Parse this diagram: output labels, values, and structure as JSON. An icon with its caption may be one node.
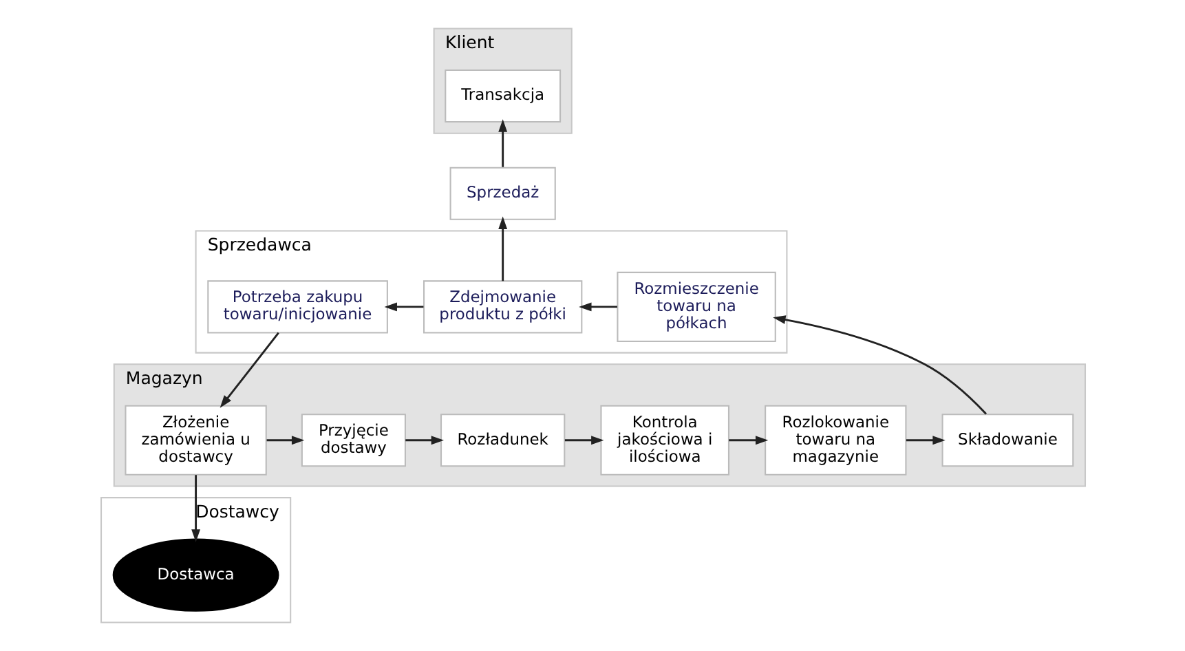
{
  "diagram": {
    "nodes": [
      {
        "text": [
          "Klient"
        ]
      },
      {
        "text": [
          "Sprzedawca"
        ]
      },
      {
        "text": [
          "Magazyn"
        ]
      },
      {
        "text": [
          "Dostawcy"
        ]
      },
      {
        "text": [
          "Transakcja"
        ],
        "in": 0
      },
      {
        "text": [
          "Sprzedaż"
        ]
      },
      {
        "text": [
          "Potrzeba zakupu towaru/inicjowanie"
        ],
        "in": 1
      },
      {
        "text": [
          "Zdejmowanie produktu z półki"
        ],
        "in": 1
      },
      {
        "text": [
          "Rozmieszczenie towaru na półkach"
        ],
        "in": 1
      },
      {
        "text": [
          "Złożenie zamówienia u dostawcy"
        ],
        "in": 2
      },
      {
        "text": [
          "Przyjęcie dostawy"
        ],
        "in": 2
      },
      {
        "text": [
          "Rozładunek"
        ],
        "in": 2
      },
      {
        "text": [
          "Kontrola jakościowa i ilościowa"
        ],
        "in": 2
      },
      {
        "text": [
          "Rozlokowanie towaru na magazynie"
        ],
        "in": 2
      },
      {
        "text": [
          "Składowanie"
        ],
        "in": 2
      },
      {
        "text": [
          "Dostawca"
        ],
        "in": 3
      }
    ],
    "edges": [
      {
        "from": 5,
        "to": 4,
        "arrow": "to"
      },
      {
        "from": 7,
        "to": 5,
        "arrow": "to"
      },
      {
        "from": 7,
        "to": 6,
        "arrow": "to"
      },
      {
        "from": 8,
        "to": 7,
        "arrow": "to"
      },
      {
        "from": 6,
        "to": 9,
        "arrow": "to"
      },
      {
        "from": 9,
        "to": 10,
        "arrow": "to"
      },
      {
        "from": 10,
        "to": 11,
        "arrow": "to"
      },
      {
        "from": 11,
        "to": 12,
        "arrow": "to"
      },
      {
        "from": 12,
        "to": 13,
        "arrow": "to"
      },
      {
        "from": 13,
        "to": 14,
        "arrow": "to"
      },
      {
        "from": 14,
        "to": 8,
        "arrow": "to"
      },
      {
        "from": 9,
        "to": 15,
        "arrow": "to"
      }
    ]
  }
}
